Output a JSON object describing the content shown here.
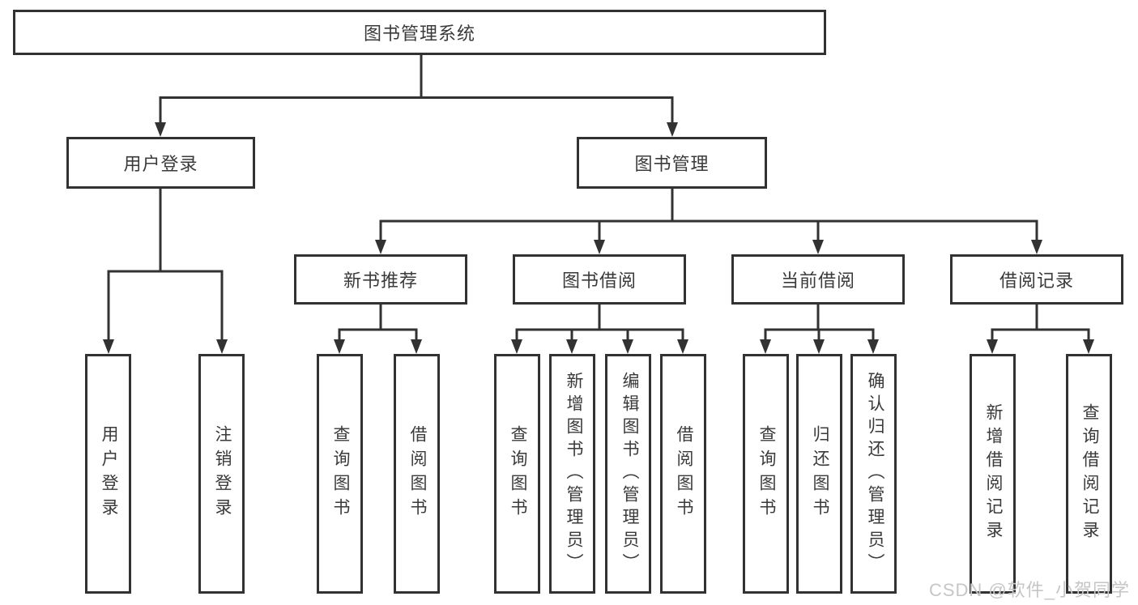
{
  "diagram": {
    "title": "图书管理系统",
    "nodes": {
      "root": "图书管理系统",
      "user_login": "用户登录",
      "book_management": "图书管理",
      "new_book_recommend": "新书推荐",
      "book_borrowing": "图书借阅",
      "current_borrowing": "当前借阅",
      "borrowing_records": "借阅记录",
      "leaf_user_login": "用户登录",
      "leaf_logout": "注销登录",
      "leaf_rec_query_books": "查询图书",
      "leaf_rec_borrow_books": "借阅图书",
      "leaf_bb_query_books": "查询图书",
      "leaf_bb_add_books": "新增图书（管理员）",
      "leaf_bb_edit_books": "编辑图书（管理员）",
      "leaf_bb_borrow_books": "借阅图书",
      "leaf_cb_query_books": "查询图书",
      "leaf_cb_return_books": "归还图书",
      "leaf_cb_confirm_return": "确认归还（管理员）",
      "leaf_br_add_record": "新增借阅记录",
      "leaf_br_query_record": "查询借阅记录"
    },
    "edges": [
      {
        "from": "图书管理系统",
        "to": "用户登录"
      },
      {
        "from": "图书管理系统",
        "to": "图书管理"
      },
      {
        "from": "用户登录",
        "to": "用户登录"
      },
      {
        "from": "用户登录",
        "to": "注销登录"
      },
      {
        "from": "图书管理",
        "to": "新书推荐"
      },
      {
        "from": "图书管理",
        "to": "图书借阅"
      },
      {
        "from": "图书管理",
        "to": "当前借阅"
      },
      {
        "from": "图书管理",
        "to": "借阅记录"
      },
      {
        "from": "新书推荐",
        "to": "查询图书"
      },
      {
        "from": "新书推荐",
        "to": "借阅图书"
      },
      {
        "from": "图书借阅",
        "to": "查询图书"
      },
      {
        "from": "图书借阅",
        "to": "新增图书（管理员）"
      },
      {
        "from": "图书借阅",
        "to": "编辑图书（管理员）"
      },
      {
        "from": "图书借阅",
        "to": "借阅图书"
      },
      {
        "from": "当前借阅",
        "to": "查询图书"
      },
      {
        "from": "当前借阅",
        "to": "归还图书"
      },
      {
        "from": "当前借阅",
        "to": "确认归还（管理员）"
      },
      {
        "from": "借阅记录",
        "to": "新增借阅记录"
      },
      {
        "from": "借阅记录",
        "to": "查询借阅记录"
      }
    ],
    "colors": {
      "line": "#323232",
      "text": "#3a3a3a",
      "background": "#ffffff",
      "watermark": "#c6c6c6"
    },
    "watermark": "CSDN @软件_小贺同学"
  }
}
